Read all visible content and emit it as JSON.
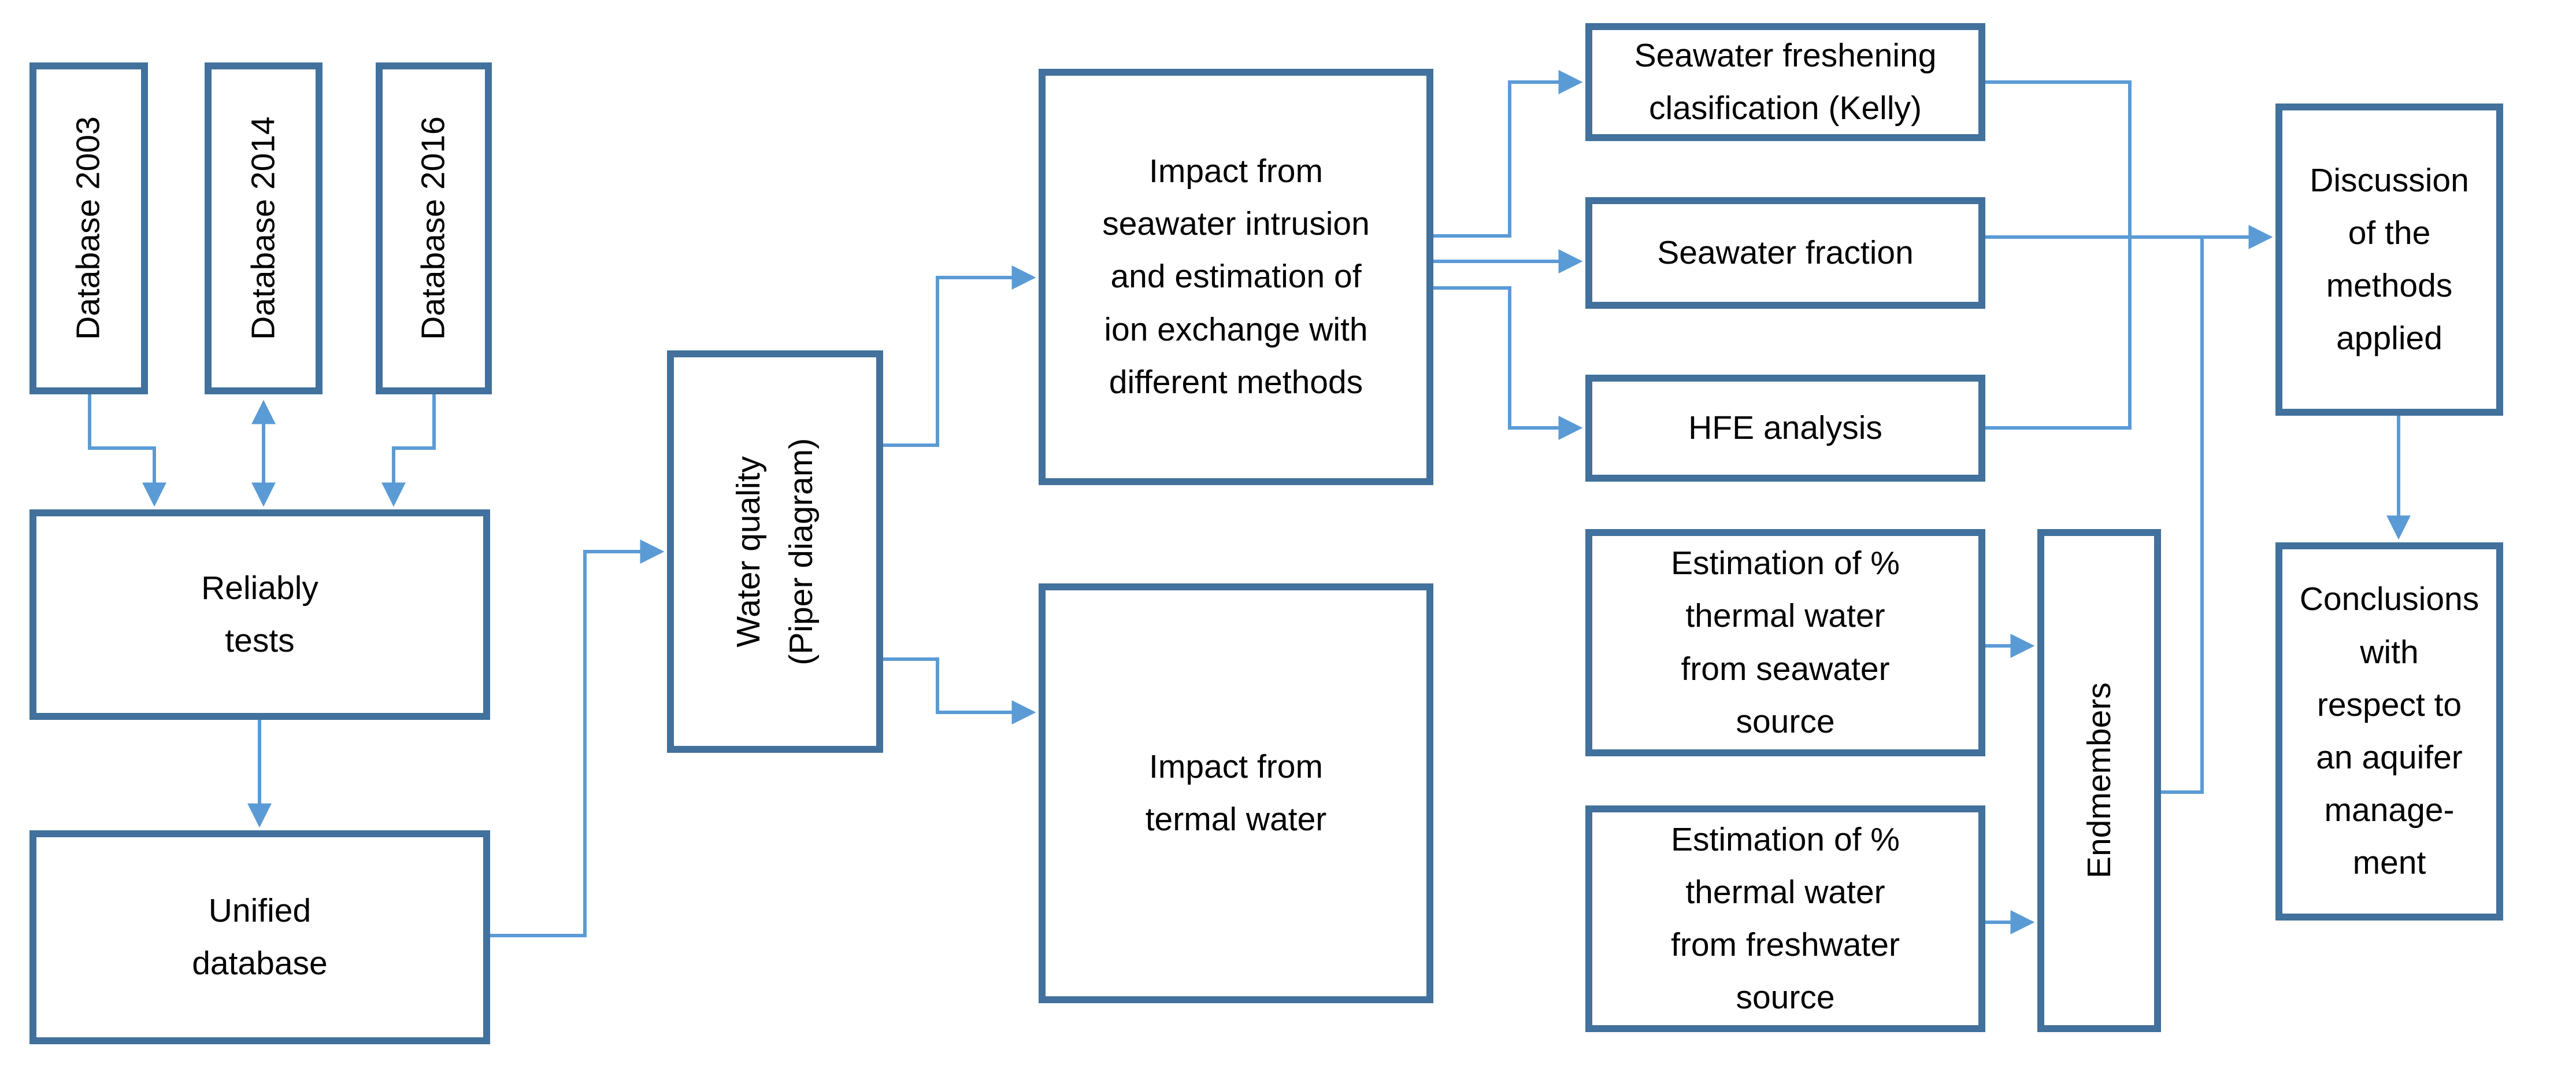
{
  "boxes": {
    "db2003": "Database 2003",
    "db2014": "Database 2014",
    "db2016": "Database 2016",
    "reliably": "Reliably\ntests",
    "unified": "Unified\ndatabase",
    "waterq": "Water quality\n(Piper diagram)",
    "impact_sea": "Impact from\nseawater intrusion\nand estimation of\nion exchange with\ndifferent methods",
    "kelly": "Seawater freshening\nclasification (Kelly)",
    "seafrac": "Seawater fraction",
    "hfe": "HFE analysis",
    "impact_termal": "Impact from\ntermal water",
    "est_sea": "Estimation of %\nthermal water\nfrom seawater\nsource",
    "est_fresh": "Estimation of %\nthermal water\nfrom freshwater\nsource",
    "endmembers": "Endmembers",
    "discussion": "Discussion\nof the\nmethods\napplied",
    "conclusions": "Conclusions\nwith\nrespect to\nan aquifer\nmanage-\nment"
  },
  "colors": {
    "box_border": "#41719C",
    "connector": "#5B9BD5",
    "text": "#000000",
    "background": "#FFFFFF"
  }
}
